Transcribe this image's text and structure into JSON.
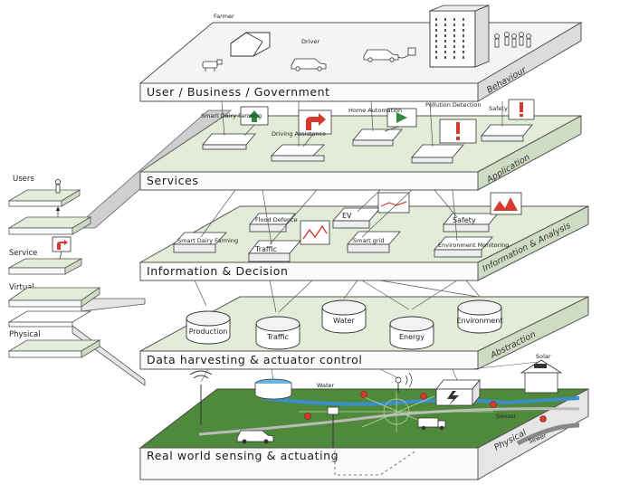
{
  "layers": {
    "behaviour": {
      "front": "User / Business / Government",
      "side": "Behaviour"
    },
    "application": {
      "front": "Services",
      "side": "Application"
    },
    "information": {
      "front": "Information & Decision",
      "side": "Information & Analysis"
    },
    "abstraction": {
      "front": "Data harvesting & actuator control",
      "side": "Abstraction"
    },
    "physical": {
      "front": "Real world sensing & actuating",
      "side": "Physical"
    }
  },
  "top_labels": {
    "farmer": "Farmer",
    "driver": "Driver"
  },
  "apps": {
    "smart_dairy": "Smart Dairy Farming",
    "driving": "Driving Assistance",
    "home": "Home Automation",
    "pollution": "Pollution Detection",
    "safety": "Safety"
  },
  "info_nodes": {
    "flood": "Flood Defence",
    "ev": "EV",
    "safety": "Safety",
    "sdf": "Smart Dairy Farming",
    "traffic": "Traffic",
    "grid": "Smart grid",
    "env": "Environment Monitoring"
  },
  "data_stores": [
    "Production",
    "Traffic",
    "Water",
    "Energy",
    "Environment"
  ],
  "physical_labels": {
    "water": "Water",
    "sensor": "Sensor",
    "solar": "Solar",
    "sewer": "Sewer"
  },
  "left_stack": {
    "users": "Users",
    "service": "Service",
    "virtual": "Virtual",
    "physical": "Physical"
  }
}
